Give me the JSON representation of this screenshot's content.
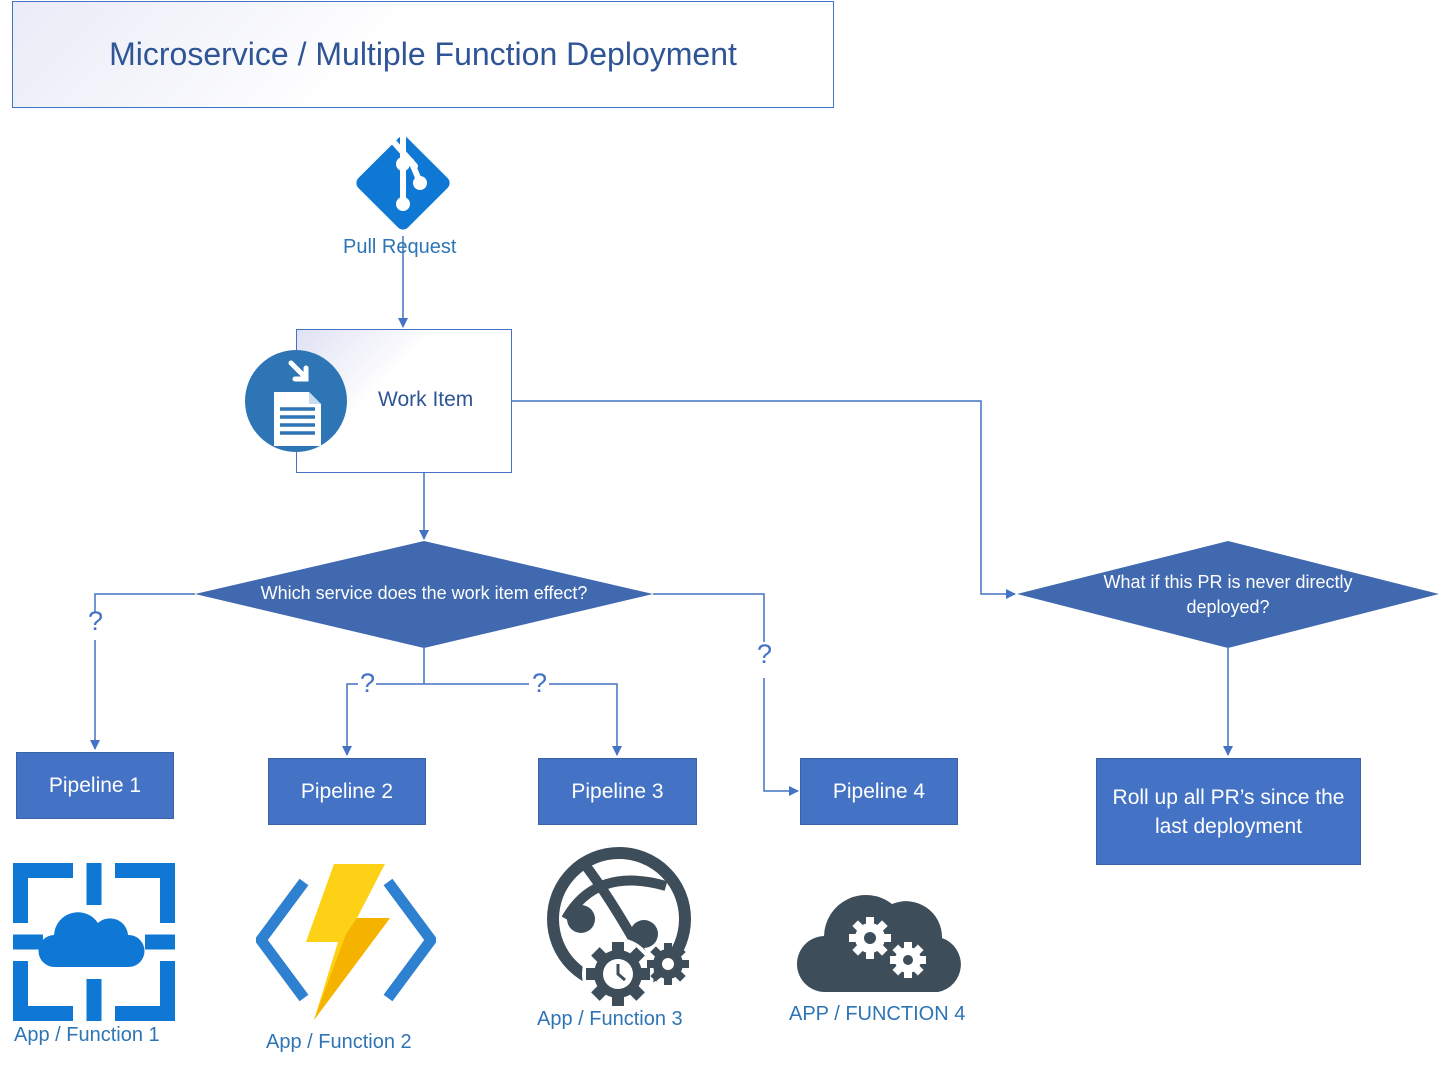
{
  "title": "Microservice / Multiple Function Deployment",
  "pull_request": {
    "label": "Pull Request"
  },
  "work_item": {
    "label": "Work Item"
  },
  "decision_service": {
    "text": "Which service does the work item effect?"
  },
  "decision_deploy": {
    "line1": "What if this PR is never directly",
    "line2": "deployed?"
  },
  "question_mark": "?",
  "pipelines": [
    "Pipeline 1",
    "Pipeline 2",
    "Pipeline 3",
    "Pipeline 4"
  ],
  "rollup": {
    "line1": "Roll up all PR’s since the",
    "line2": "last deployment"
  },
  "apps": [
    "App / Function 1",
    "App / Function 2",
    "App / Function 3",
    "APP / FUNCTION 4"
  ],
  "icons": {
    "pull_request": "git-branch-icon",
    "work_item": "work-item-document-icon",
    "app1": "app-service-cloud-icon",
    "app2": "function-lightning-icon",
    "app3": "web-globe-gears-icon",
    "app4": "cloud-gears-icon"
  },
  "colors": {
    "accent": "#4472c4",
    "diamond": "#4169b0",
    "text_blue": "#2e75b6",
    "title_blue": "#2f5597",
    "azure_blue": "#0f78d4",
    "dark_slate": "#3d4d5a",
    "lightning": "#fcd116"
  }
}
